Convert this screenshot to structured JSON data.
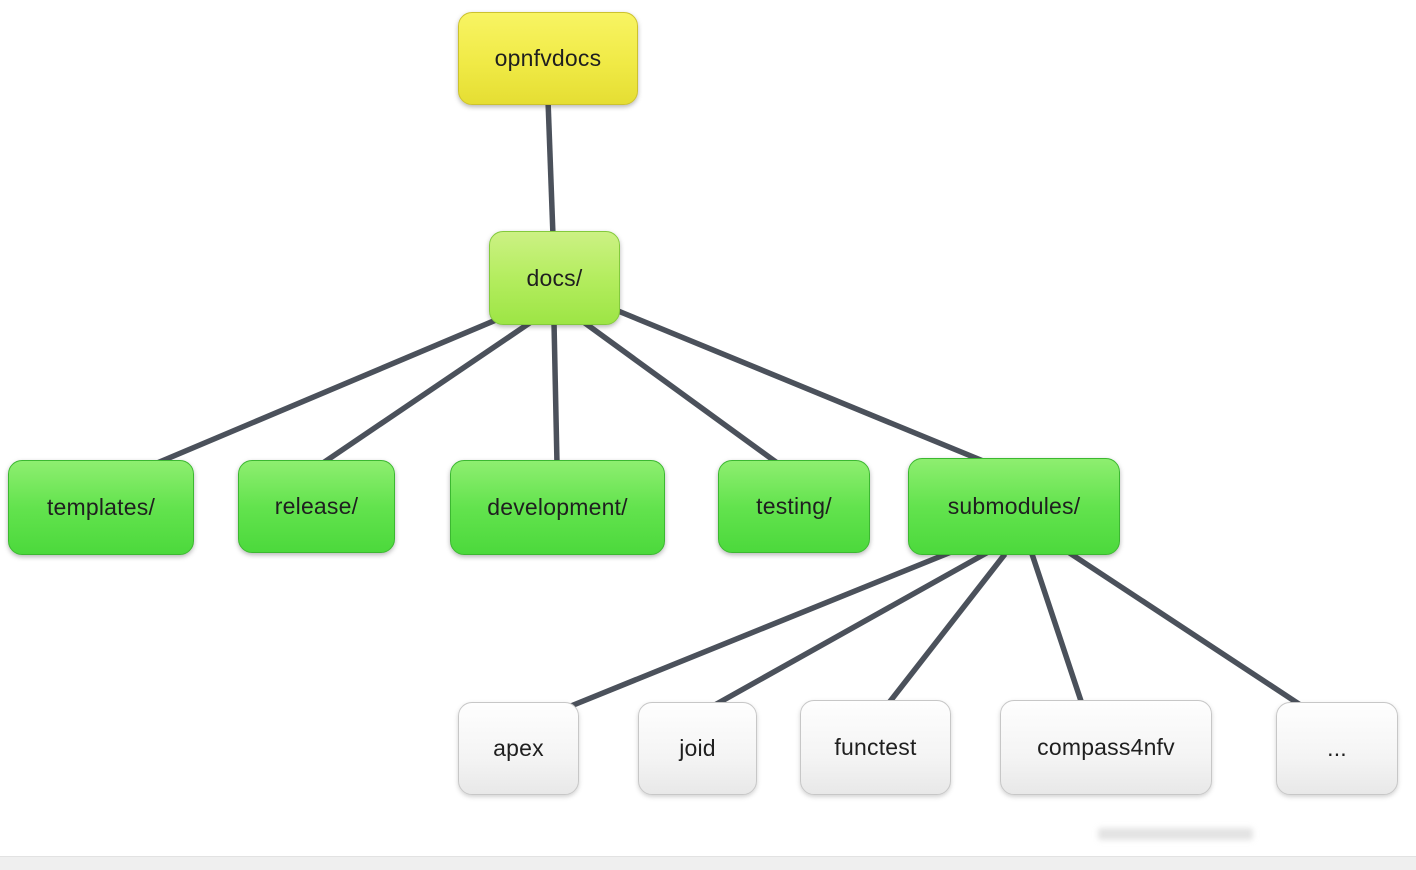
{
  "diagram": {
    "type": "tree",
    "description": "Repository directory structure diagram",
    "edge_color": "#3c434e",
    "node_colors": {
      "root": "#f0ea46",
      "branch": "#b4ed5f",
      "leaf_green": "#63e34e",
      "leaf_white": "#f4f4f4"
    },
    "nodes": {
      "root": {
        "label": "opnfvdocs"
      },
      "docs": {
        "label": "docs/"
      },
      "templates": {
        "label": "templates/"
      },
      "release": {
        "label": "release/"
      },
      "development": {
        "label": "development/"
      },
      "testing": {
        "label": "testing/"
      },
      "submodules": {
        "label": "submodules/"
      },
      "apex": {
        "label": "apex"
      },
      "joid": {
        "label": "joid"
      },
      "functest": {
        "label": "functest"
      },
      "compass4nfv": {
        "label": "compass4nfv"
      },
      "more": {
        "label": "..."
      }
    },
    "edges": [
      {
        "from": "opnfvdocs",
        "to": "docs/"
      },
      {
        "from": "docs/",
        "to": "templates/"
      },
      {
        "from": "docs/",
        "to": "release/"
      },
      {
        "from": "docs/",
        "to": "development/"
      },
      {
        "from": "docs/",
        "to": "testing/"
      },
      {
        "from": "docs/",
        "to": "submodules/"
      },
      {
        "from": "submodules/",
        "to": "apex"
      },
      {
        "from": "submodules/",
        "to": "joid"
      },
      {
        "from": "submodules/",
        "to": "functest"
      },
      {
        "from": "submodules/",
        "to": "compass4nfv"
      },
      {
        "from": "submodules/",
        "to": "..."
      }
    ]
  }
}
